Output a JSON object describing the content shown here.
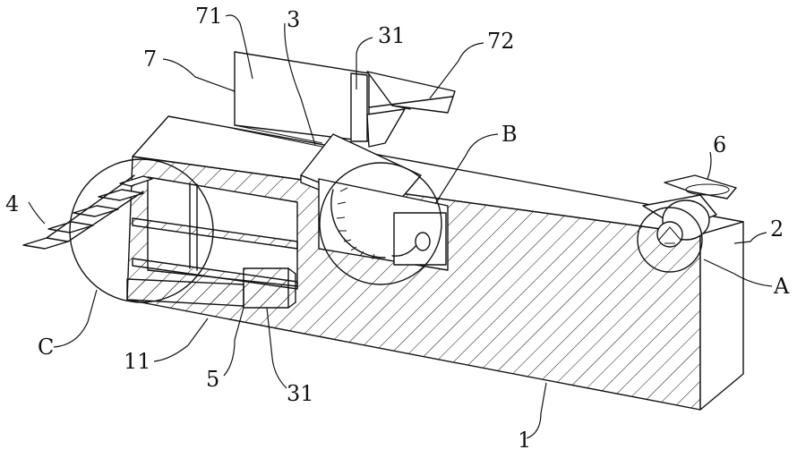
{
  "labels": {
    "l71": "71",
    "l3": "3",
    "l31_top": "31",
    "l72": "72",
    "l7": "7",
    "lB": "B",
    "l6": "6",
    "l4": "4",
    "l2": "2",
    "lA": "A",
    "lC": "C",
    "l11": "11",
    "l5": "5",
    "l31_bottom": "31",
    "l1": "1"
  }
}
